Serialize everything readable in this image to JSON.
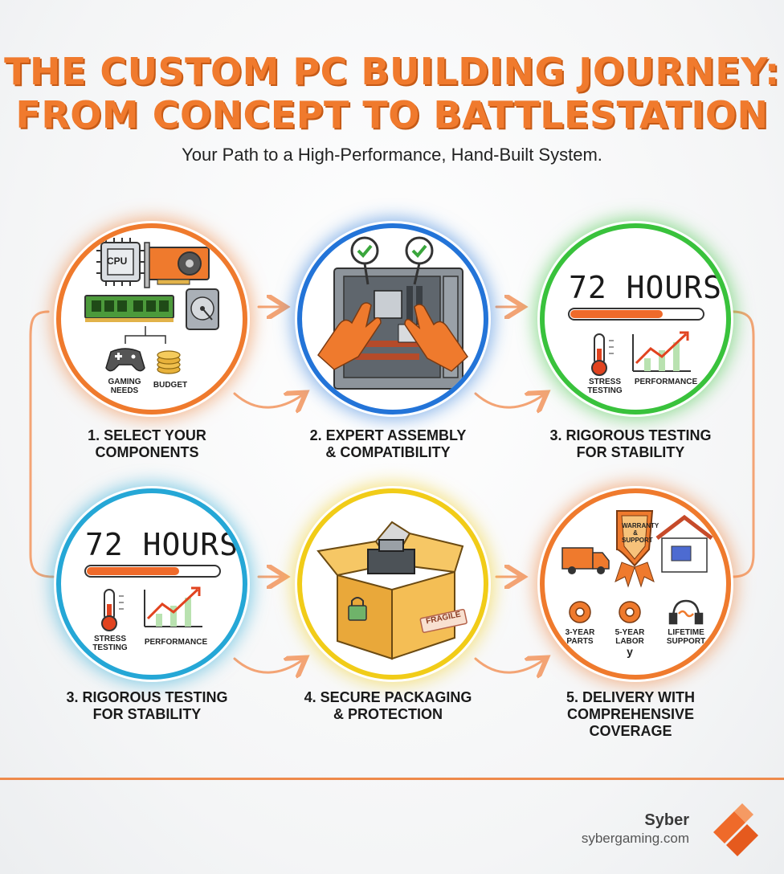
{
  "header": {
    "title_line1": "THE CUSTOM PC BUILDING JOURNEY:",
    "title_line2": "FROM CONCEPT TO BATTLESTATION",
    "subtitle": "Your Path to a High-Performance, Hand-Built System."
  },
  "steps": [
    {
      "label_line1": "1. SELECT YOUR",
      "label_line2": "COMPONENTS",
      "icons": {
        "cpu_text": "CPU",
        "gaming_needs": "GAMING NEEDS",
        "budget": "BUDGET"
      },
      "color": "#ef7a2d"
    },
    {
      "label_line1": "2. EXPERT ASSEMBLY",
      "label_line2": "& COMPATIBILITY",
      "color": "#2374d8"
    },
    {
      "label_line1": "3. RIGOROUS TESTING",
      "label_line2": "FOR STABILITY",
      "duration": "72 HOURS",
      "progress": 0.7,
      "icons": {
        "stress": "STRESS TESTING",
        "performance": "PERFORMANCE"
      },
      "color": "#39c23c"
    },
    {
      "label_line1": "3. RIGOROUS TESTING",
      "label_line2": "FOR STABILITY",
      "duration": "72 HOURS",
      "progress": 0.7,
      "icons": {
        "stress": "STRESS TESTING",
        "performance": "PERFORMANCE"
      },
      "color": "#25a7d6"
    },
    {
      "label_line1": "4. SECURE PACKAGING",
      "label_line2": "& PROTECTION",
      "box_stamp": "FRAGILE",
      "color": "#f1cc18"
    },
    {
      "label_line1": "5. DELIVERY WITH",
      "label_line2": "COMPREHENSIVE",
      "label_line3": "COVERAGE",
      "badge": "WARRANTY & SUPPORT",
      "coverage": {
        "parts": "3-YEAR PARTS",
        "labor": "5-YEAR LABOR",
        "labor_extra": "y",
        "support": "LIFETIME SUPPORT"
      },
      "color": "#ef7a2d"
    }
  ],
  "brand": {
    "name": "Syber",
    "url": "sybergaming.com",
    "accent": "#ef6a2a"
  }
}
